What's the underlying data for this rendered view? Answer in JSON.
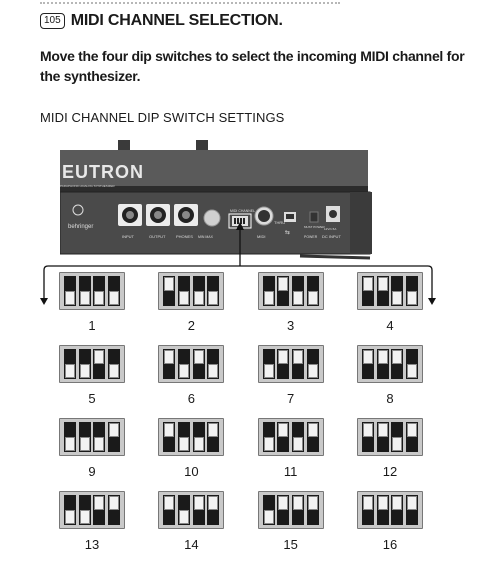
{
  "section": {
    "number": "105",
    "title": "MIDI CHANNEL SELECTION.",
    "description": "Move the four dip switches to select the incoming MIDI channel for the synthesizer.",
    "figure_title": "MIDI CHANNEL DIP SWITCH SETTINGS"
  },
  "device": {
    "brand_logo": "NEUTRON",
    "brand_sub": "PARAPHONIC ANALOG SYNTHESIZER",
    "maker": "behringer",
    "jacks": [
      "INPUT",
      "OUTPUT",
      "PHONES"
    ],
    "knob_label": "MIN        MAX",
    "dip_label": "MIDI CHANNEL",
    "midi_label": "MIDI",
    "midi_jack_label": "THRU",
    "usb_icon": "usb-icon",
    "power_button": "POWER",
    "power_sw_label": "MUST POWER",
    "dc_label": "DC INPUT",
    "dc_sub": "12V/1.5A"
  },
  "switches": [
    {
      "label": "1",
      "states": [
        "down",
        "down",
        "down",
        "down"
      ]
    },
    {
      "label": "2",
      "states": [
        "up",
        "down",
        "down",
        "down"
      ]
    },
    {
      "label": "3",
      "states": [
        "down",
        "up",
        "down",
        "down"
      ]
    },
    {
      "label": "4",
      "states": [
        "up",
        "up",
        "down",
        "down"
      ]
    },
    {
      "label": "5",
      "states": [
        "down",
        "down",
        "up",
        "down"
      ]
    },
    {
      "label": "6",
      "states": [
        "up",
        "down",
        "up",
        "down"
      ]
    },
    {
      "label": "7",
      "states": [
        "down",
        "up",
        "up",
        "down"
      ]
    },
    {
      "label": "8",
      "states": [
        "up",
        "up",
        "up",
        "down"
      ]
    },
    {
      "label": "9",
      "states": [
        "down",
        "down",
        "down",
        "up"
      ]
    },
    {
      "label": "10",
      "states": [
        "up",
        "down",
        "down",
        "up"
      ]
    },
    {
      "label": "11",
      "states": [
        "down",
        "up",
        "down",
        "up"
      ]
    },
    {
      "label": "12",
      "states": [
        "up",
        "up",
        "down",
        "up"
      ]
    },
    {
      "label": "13",
      "states": [
        "down",
        "down",
        "up",
        "up"
      ]
    },
    {
      "label": "14",
      "states": [
        "up",
        "down",
        "up",
        "up"
      ]
    },
    {
      "label": "15",
      "states": [
        "down",
        "up",
        "up",
        "up"
      ]
    },
    {
      "label": "16",
      "states": [
        "up",
        "up",
        "up",
        "up"
      ]
    }
  ]
}
